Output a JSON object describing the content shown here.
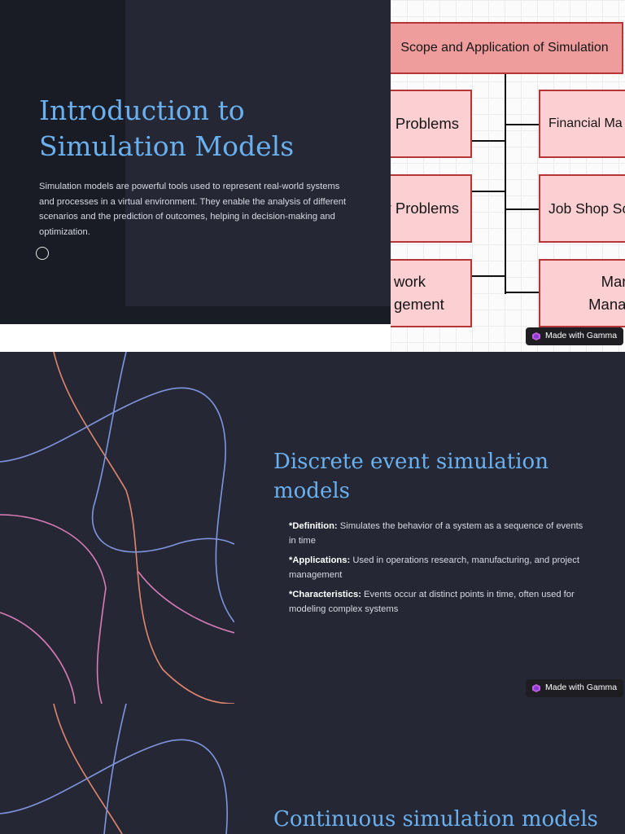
{
  "slide1": {
    "title": "Introduction to Simulation Models",
    "body": "Simulation models are powerful tools used to represent real-world systems and processes in a virtual environment. They enable the analysis of different scenarios and the prediction of outcomes, helping in decision-making and optimization.",
    "diagram": {
      "top": "Scope and Application of Simulation",
      "left": [
        "Problems",
        "y Problems",
        "work",
        "gement"
      ],
      "right": [
        "Financial Ma",
        "Job Shop Sc",
        "Marke",
        "Manage"
      ]
    },
    "badge": "Made with Gamma"
  },
  "slide2": {
    "title": "Discrete event simulation models",
    "items": [
      {
        "label": "*Definition:",
        "text": " Simulates the behavior of a system as a sequence of events in time"
      },
      {
        "label": "*Applications:",
        "text": " Used in operations research, manufacturing, and project management"
      },
      {
        "label": "*Characteristics:",
        "text": " Events occur at distinct points in time, often used for modeling complex systems"
      }
    ],
    "badge": "Made with Gamma"
  },
  "slide3": {
    "title": "Continuous simulation models"
  },
  "colors": {
    "title": "#6ab0ef",
    "dark_bg": "#191c24",
    "panel_bg": "#252834",
    "box_fill": "#fccfd3",
    "box_border": "#b43636",
    "line_orange": "#e0866e",
    "line_blue": "#7f95e0",
    "line_pink": "#d87cb6"
  }
}
